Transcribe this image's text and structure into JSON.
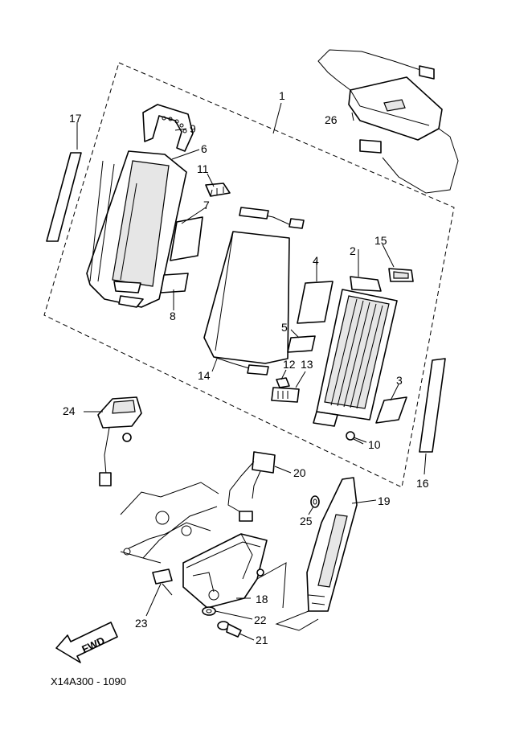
{
  "diagram": {
    "code": "X14A300 - 1090",
    "direction_label": "FWD",
    "callouts": {
      "c1": "1",
      "c2": "2",
      "c3": "3",
      "c4": "4",
      "c5": "5",
      "c6": "6",
      "c7": "7",
      "c8": "8",
      "c9": "9",
      "c10": "10",
      "c11": "11",
      "c12": "12",
      "c13": "13",
      "c14": "14",
      "c15": "15",
      "c16": "16",
      "c17": "17",
      "c18": "18",
      "c19": "19",
      "c20": "20",
      "c21": "21",
      "c22": "22",
      "c23": "23",
      "c24": "24",
      "c25": "25",
      "c26": "26"
    }
  }
}
